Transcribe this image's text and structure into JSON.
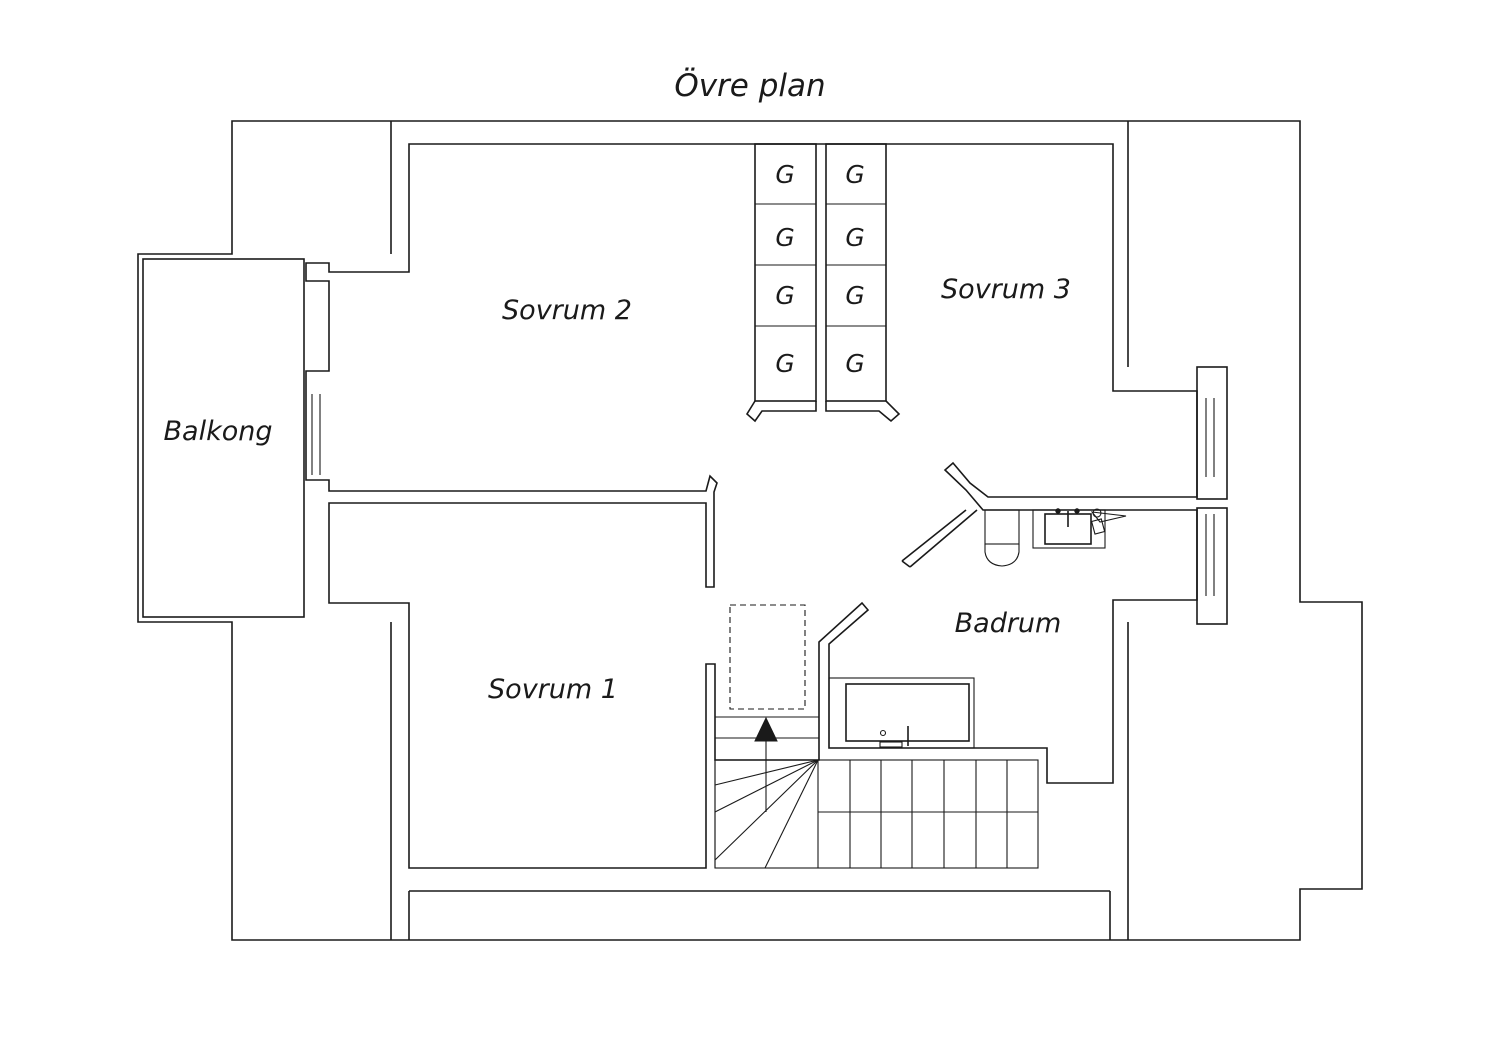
{
  "title": "Övre plan",
  "rooms": {
    "sovrum2": "Sovrum 2",
    "sovrum3": "Sovrum 3",
    "sovrum1": "Sovrum 1",
    "balkong": "Balkong",
    "badrum": "Badrum"
  },
  "wardrobes": [
    "G",
    "G",
    "G",
    "G",
    "G",
    "G",
    "G",
    "G"
  ],
  "colors": {
    "line": "#1a1a1a",
    "background": "#ffffff"
  }
}
